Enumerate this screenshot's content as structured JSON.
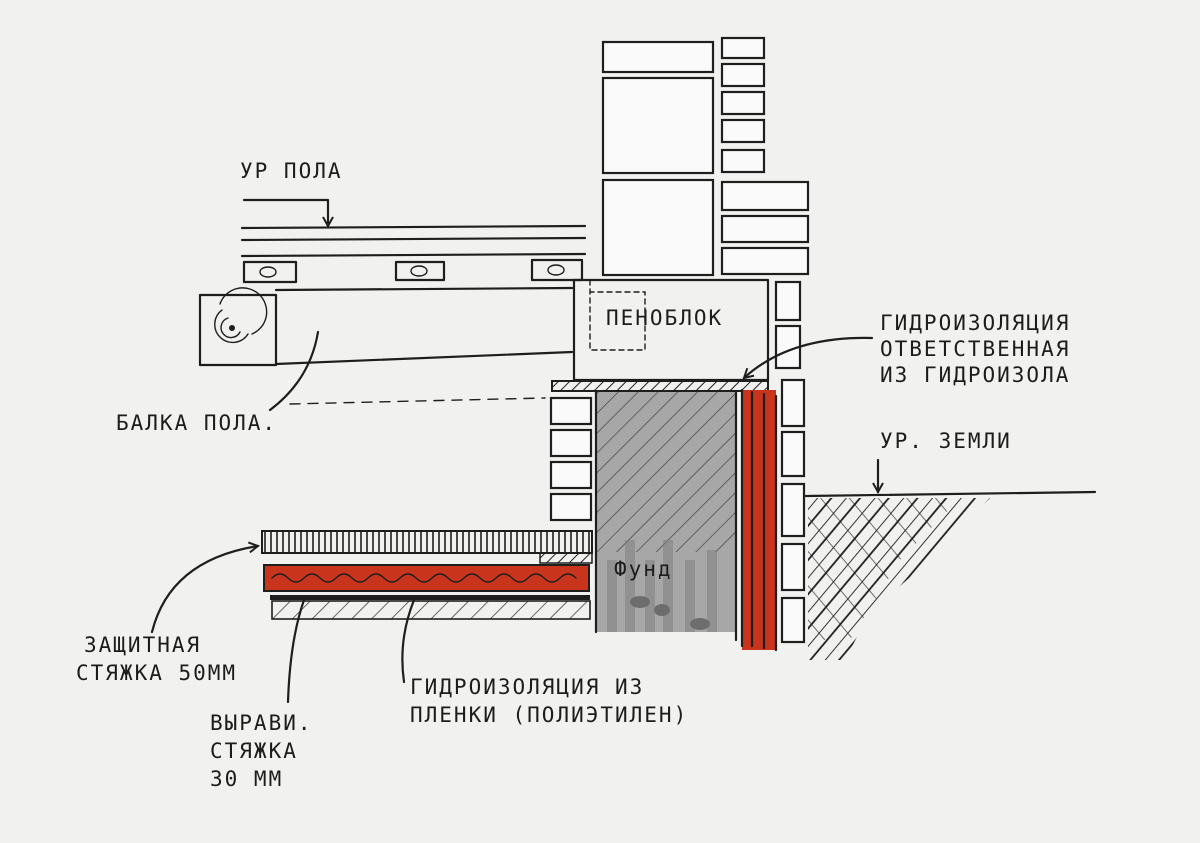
{
  "labels": {
    "floor_level": "УР ПОЛА",
    "foam_block": "ПЕНОБЛОК",
    "waterproofing_line1": "ГИДРОИЗОЛЯЦИЯ",
    "waterproofing_line2": "ОТВЕТСТВЕННАЯ",
    "waterproofing_line3": "ИЗ ГИДРОИЗОЛА",
    "ground_level": "УР. ЗЕМЛИ",
    "floor_beam": "БАЛКА ПОЛА.",
    "foundation": "Фунд",
    "protective_screed_line1": "ЗАЩИТНАЯ",
    "protective_screed_line2": "СТЯЖКА 50ММ",
    "leveling_screed_line1": "ВЫРАВИ.",
    "leveling_screed_line2": "СТЯЖКА",
    "leveling_screed_line3": "30 ММ",
    "film_waterproofing_line1": "ГИДРОИЗОЛЯЦИЯ ИЗ",
    "film_waterproofing_line2": "ПЛЕНКИ (ПОЛИЭТИЛЕН)"
  },
  "colors": {
    "paper": "#f1f1ef",
    "ink": "#1e1e1e",
    "insulation_red": "#c8351c",
    "foundation_gray": "#9a9a9a"
  }
}
